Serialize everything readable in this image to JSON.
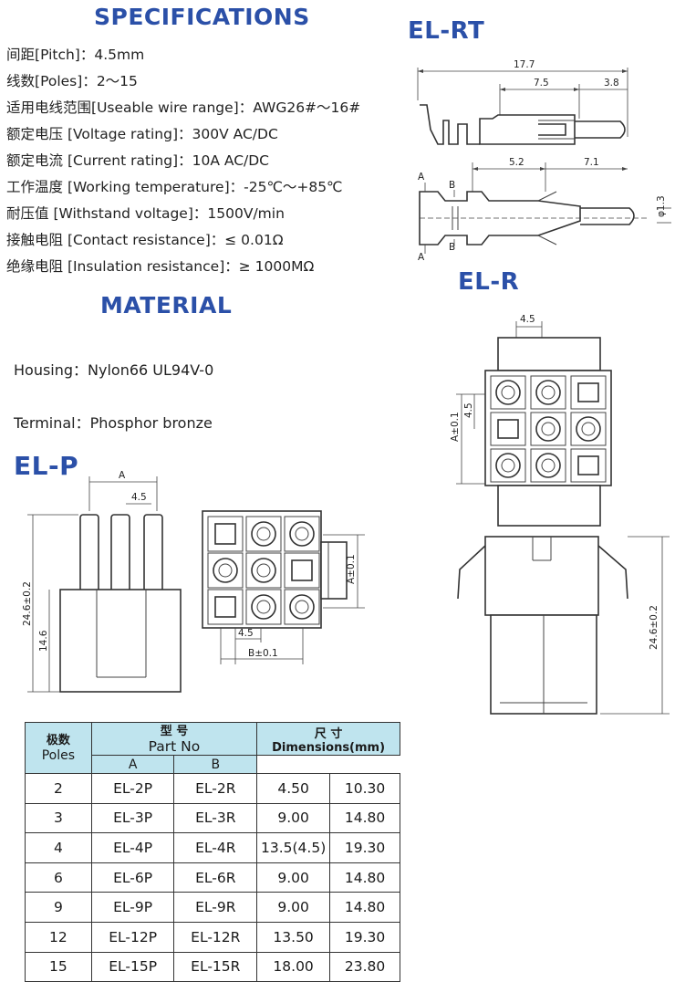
{
  "specifications": {
    "title": "SPECIFICATIONS",
    "items": [
      {
        "cn": "间距",
        "en": "[Pitch]",
        "value": "：4.5mm"
      },
      {
        "cn": "线数",
        "en": "[Poles]",
        "value": "：2～15"
      },
      {
        "cn": "适用电线范围",
        "en": "[Useable wire range]",
        "value": "：AWG26#～16#"
      },
      {
        "cn": "额定电压",
        "en": " [Voltage rating]",
        "value": "：300V AC/DC"
      },
      {
        "cn": "额定电流",
        "en": " [Current rating]",
        "value": "：10A  AC/DC"
      },
      {
        "cn": "工作温度",
        "en": " [Working temperature]",
        "value": "：-25℃～+85℃"
      },
      {
        "cn": "耐压值",
        "en": " [Withstand voltage]",
        "value": "：1500V/min"
      },
      {
        "cn": "接触电阻",
        "en": " [Contact resistance]",
        "value": "：≤ 0.01Ω"
      },
      {
        "cn": "绝缘电阻",
        "en": " [Insulation resistance]",
        "value": "：≥ 1000MΩ"
      }
    ]
  },
  "material": {
    "title": "MATERIAL",
    "housing": "Housing：Nylon66 UL94V-0",
    "terminal": "Terminal：Phosphor bronze"
  },
  "drawings": {
    "elrt": {
      "title": "EL-RT",
      "dims": {
        "total": "17.7",
        "mid": "7.5",
        "tip": "3.8",
        "crimp": "5.2",
        "body": "7.1",
        "pin_dia": "φ1.3"
      },
      "section_a": "A",
      "section_b": "B"
    },
    "elr": {
      "title": "EL-R",
      "dims": {
        "pitch_h": "4.5",
        "pitch_v": "4.5",
        "a_tol": "A±0.1",
        "height": "24.6±0.2"
      }
    },
    "elp": {
      "title": "EL-P",
      "dims": {
        "a": "A",
        "pitch": "4.5",
        "height": "24.6±0.2",
        "lower": "14.6",
        "pitch_bottom": "4.5",
        "b_tol": "B±0.1",
        "a_tol": "A±0.1"
      }
    }
  },
  "parts_table": {
    "poles_cn": "极数",
    "poles_en": "Poles",
    "part_cn": "型 号",
    "part_en": "Part No",
    "dims_cn": "尺 寸",
    "dims_en": "Dimensions(mm)",
    "col_a": "A",
    "col_b": "B",
    "rows": [
      {
        "poles": "2",
        "p": "EL-2P",
        "r": "EL-2R",
        "a": "4.50",
        "b": "10.30"
      },
      {
        "poles": "3",
        "p": "EL-3P",
        "r": "EL-3R",
        "a": "9.00",
        "b": "14.80"
      },
      {
        "poles": "4",
        "p": "EL-4P",
        "r": "EL-4R",
        "a": "13.5(4.5)",
        "b": "19.30"
      },
      {
        "poles": "6",
        "p": "EL-6P",
        "r": "EL-6R",
        "a": "9.00",
        "b": "14.80"
      },
      {
        "poles": "9",
        "p": "EL-9P",
        "r": "EL-9R",
        "a": "9.00",
        "b": "14.80"
      },
      {
        "poles": "12",
        "p": "EL-12P",
        "r": "EL-12R",
        "a": "13.50",
        "b": "19.30"
      },
      {
        "poles": "15",
        "p": "EL-15P",
        "r": "EL-15R",
        "a": "18.00",
        "b": "23.80"
      }
    ]
  }
}
